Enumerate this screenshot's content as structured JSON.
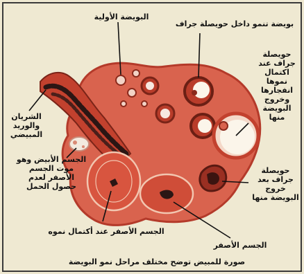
{
  "labels": {
    "primary_follicle": "البويضة الأولية",
    "growing_in_graafian": "بويضة تنمو داخل حويصلة جراف",
    "graafian_before_rupture": "حويصلة جراف عند اكتمال نموها انفجارها وخروج البويضة منها",
    "artery_vein": "الشريان والوريد المبيضي",
    "corpus_albicans": "الجسم الأبيض وهو موت الجسم الأصفر لعدم حصول الحمل",
    "graafian_after_release": "حويصلة جراف بعد خروج البويضة منها",
    "corpus_luteum_complete": "الجسم الأصفر عند أكتمال نموه",
    "corpus_luteum": "الجسم الأصفر",
    "caption": "صورة للمبيض توضح مختلف مراحل نمو البويضة"
  },
  "colors": {
    "tissue": "#d9634e",
    "tissue_dark": "#b43a2a",
    "vessel": "#2b1614",
    "follicle_fluid": "#fbf5ea",
    "label_text": "#111111",
    "background": "#efe9d2"
  }
}
